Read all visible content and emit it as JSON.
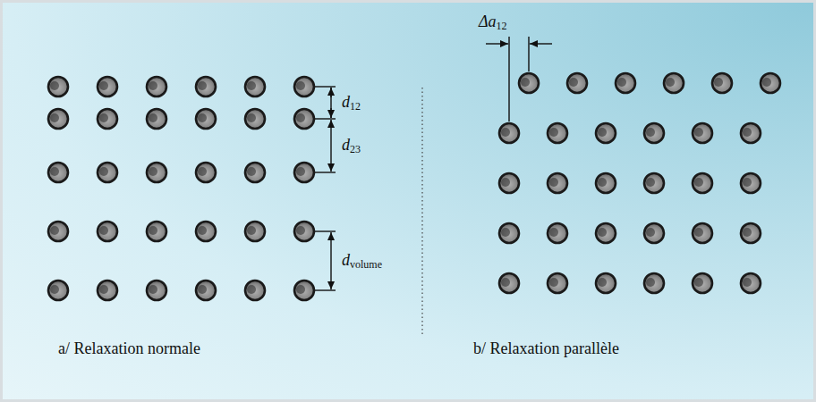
{
  "diagram": {
    "labels": [
      "d12",
      "d23",
      "dvolume",
      "Δa12",
      "a/ Relaxation normale",
      "b/ Relaxation parallèle"
    ]
  }
}
